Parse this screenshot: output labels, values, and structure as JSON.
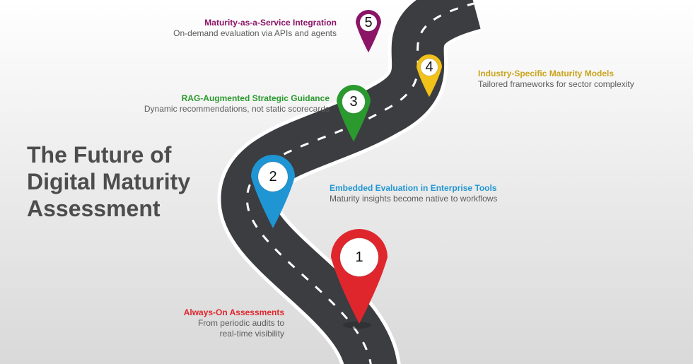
{
  "title": [
    "The Future of",
    "Digital Maturity",
    "Assessment"
  ],
  "steps": [
    {
      "number": "1",
      "heading": "Always-On Assessments",
      "description": [
        "From periodic audits to",
        "real-time visibility"
      ],
      "color": "#e0262d"
    },
    {
      "number": "2",
      "heading": "Embedded Evaluation in Enterprise Tools",
      "description": [
        "Maturity insights become native to workflows"
      ],
      "color": "#1f95d3"
    },
    {
      "number": "3",
      "heading": "RAG-Augmented Strategic Guidance",
      "description": [
        "Dynamic recommendations, not static scorecards"
      ],
      "color": "#2a9a2f"
    },
    {
      "number": "4",
      "heading": "Industry-Specific Maturity Models",
      "description": [
        "Tailored frameworks for sector complexity"
      ],
      "color": "#f2c21a"
    },
    {
      "number": "5",
      "heading": "Maturity-as-a-Service Integration",
      "description": [
        "On-demand evaluation via APIs and agents"
      ],
      "color": "#8c1467"
    }
  ]
}
